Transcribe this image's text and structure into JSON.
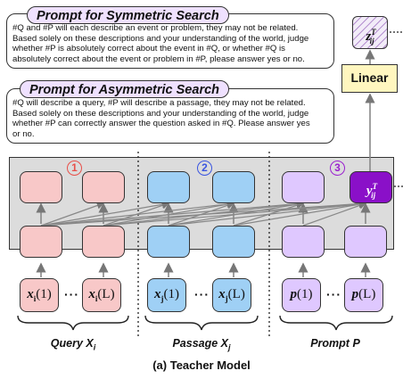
{
  "symmetric": {
    "title": "Prompt for Symmetric Search",
    "line1": "#Q and #P will each describe an event or problem, they may not be related.",
    "line2": "Based solely on these descriptions and your understanding of the world, judge",
    "line3": "whether #P is absolutely correct about the event in #Q, or whether #Q is",
    "line4": "absolutely correct about the event or problem in #P, please answer yes or no."
  },
  "asymmetric": {
    "title": "Prompt for Asymmetric Search",
    "line1": "#Q will describe a query, #P will describe a passage, they may not be related.",
    "line2": "Based solely on these descriptions and your understanding of the world, judge",
    "line3": "whether #P can correctly answer the question asked in #Q. Please answer yes",
    "line4": "or no."
  },
  "linear_label": "Linear",
  "output_label": {
    "base": "z",
    "sup": "T",
    "sub": "ij"
  },
  "teacher_output": {
    "base": "y",
    "sup": "T",
    "sub": "ij"
  },
  "badges": [
    "1",
    "2",
    "3"
  ],
  "inputs": {
    "query": [
      {
        "base": "x",
        "sub": "i",
        "arg": "(1)"
      },
      {
        "base": "x",
        "sub": "i",
        "arg": "(L)"
      }
    ],
    "passage": [
      {
        "base": "x",
        "sub": "j",
        "arg": "(1)"
      },
      {
        "base": "x",
        "sub": "j",
        "arg": "(L)"
      }
    ],
    "prompt": [
      {
        "base": "p",
        "sub": "",
        "arg": "(1)"
      },
      {
        "base": "p",
        "sub": "",
        "arg": "(L)"
      }
    ]
  },
  "ellipsis": "···",
  "group_labels": {
    "query": {
      "text": "Query X",
      "sub": "i"
    },
    "passage": {
      "text": "Passage X",
      "sub": "j"
    },
    "prompt": {
      "text": "Prompt P",
      "sub": ""
    }
  },
  "caption": "(a) Teacher Model",
  "colors": {
    "query": "#f8c8c8",
    "passage": "#9fd0f5",
    "prompt": "#dfc8ff",
    "output": "#8a10c8",
    "linear": "#fff6bf",
    "badge1": "#e8504a",
    "badge2": "#3a55e0",
    "badge3": "#9a20d0"
  }
}
